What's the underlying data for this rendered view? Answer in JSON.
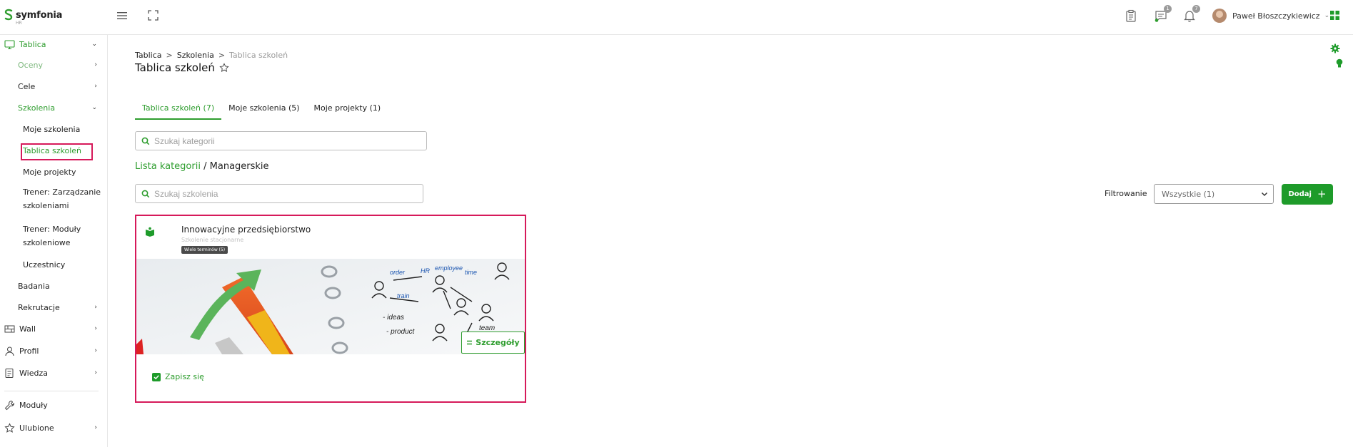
{
  "header": {
    "logo_name": "symfonia",
    "logo_sub": "HR",
    "chat_count": "1",
    "notifications_count": "7",
    "user_name": "Paweł Błoszczykiewicz"
  },
  "sidebar": {
    "items": [
      {
        "label": "Tablica",
        "icon": "monitor-icon"
      },
      {
        "label": "Oceny"
      },
      {
        "label": "Cele"
      },
      {
        "label": "Szkolenia"
      },
      {
        "label": "Moje szkolenia"
      },
      {
        "label": "Tablica szkoleń"
      },
      {
        "label": "Moje projekty"
      },
      {
        "label": "Trener: Zarządzanie szkoleniami"
      },
      {
        "label": "Trener: Moduły szkoleniowe"
      },
      {
        "label": "Uczestnicy"
      },
      {
        "label": "Badania"
      },
      {
        "label": "Rekrutacje"
      },
      {
        "label": "Wall",
        "icon": "wall-icon"
      },
      {
        "label": "Profil",
        "icon": "user-icon"
      },
      {
        "label": "Wiedza",
        "icon": "knowledge-icon"
      },
      {
        "label": "Moduły",
        "icon": "wrench-icon"
      },
      {
        "label": "Ulubione",
        "icon": "star-icon"
      }
    ]
  },
  "breadcrumb": {
    "items": [
      "Tablica",
      "Szkolenia",
      "Tablica szkoleń"
    ],
    "sep": ">"
  },
  "page_title": "Tablica szkoleń",
  "tabs": [
    {
      "label": "Tablica szkoleń (7)",
      "active": true
    },
    {
      "label": "Moje szkolenia (5)",
      "active": false
    },
    {
      "label": "Moje projekty (1)",
      "active": false
    }
  ],
  "category_search": {
    "placeholder": "Szukaj kategorii"
  },
  "list_path": {
    "link": "Lista kategorii",
    "separator": "/",
    "current": "Managerskie"
  },
  "training_search": {
    "placeholder": "Szukaj szkolenia"
  },
  "filter": {
    "label": "Filtrowanie",
    "value": "Wszystkie (1)"
  },
  "add_button": {
    "label": "Dodaj",
    "plus": "+"
  },
  "card": {
    "title": "Innowacyjne przedsiębiorstwo",
    "subtitle": "Szkolenie stacjonarne",
    "badge": "Wiele terminów (5)",
    "details_label": "Szczegóły",
    "signup_label": "Zapisz się",
    "image_notes": [
      "order",
      "HR",
      "employee",
      "time",
      "train",
      "ideas",
      "product",
      "team"
    ]
  },
  "colors": {
    "accent": "#2e9d2e",
    "button": "#1e9b2a",
    "highlight": "#d6195a"
  }
}
